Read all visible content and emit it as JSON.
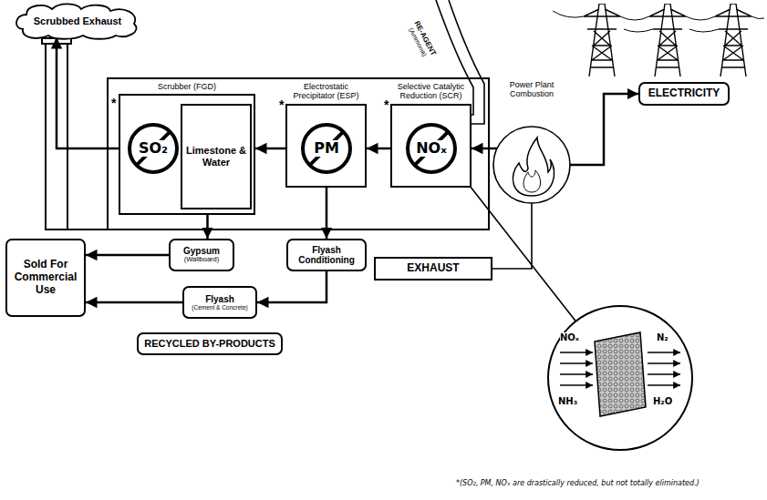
{
  "diagram": {
    "nodes": [
      {
        "text": [
          "Scrubbed Exhaust"
        ]
      },
      {
        "text": [
          "Scrubber (FGD)"
        ]
      },
      {
        "text": [
          "SO₂"
        ],
        "in": 1
      },
      {
        "text": [
          "Limestone & Water"
        ],
        "in": 1
      },
      {
        "text": [
          "Electrostatic Precipitator (ESP)"
        ]
      },
      {
        "text": [
          "PM"
        ],
        "in": 4
      },
      {
        "text": [
          "Selective Catalytic Reduction (SCR)"
        ]
      },
      {
        "text": [
          "NOₓ"
        ],
        "in": 6
      },
      {
        "text": [
          "Power Plant Combustion"
        ]
      },
      {
        "text": [
          "ELECTRICITY"
        ]
      },
      {
        "text": [
          "EXHAUST"
        ]
      },
      {
        "text": [
          "Gypsum",
          "(Wallboard)"
        ]
      },
      {
        "text": [
          "Flyash Conditioning"
        ]
      },
      {
        "text": [
          "Sold For Commercial Use"
        ]
      },
      {
        "text": [
          "Flyash",
          "(Cement & Concrete)"
        ]
      },
      {
        "text": [
          "RECYCLED BY-PRODUCTS"
        ]
      },
      {
        "text": [
          "NOₓ",
          "N₂",
          "NH₃",
          "H₂O"
        ]
      }
    ],
    "edges": [
      {
        "from": 8,
        "to": 6,
        "arrow": "to"
      },
      {
        "from": 6,
        "to": 4,
        "arrow": "to"
      },
      {
        "from": 4,
        "to": 1,
        "arrow": "to"
      },
      {
        "from": 1,
        "to": 0,
        "arrow": "to"
      },
      {
        "from": 8,
        "to": 9,
        "arrow": "to"
      },
      {
        "from": 3,
        "to": 11,
        "arrow": "to"
      },
      {
        "from": 4,
        "to": 12,
        "arrow": "to"
      },
      {
        "from": 11,
        "to": 13,
        "arrow": "to"
      },
      {
        "from": 12,
        "to": 14,
        "arrow": "to"
      },
      {
        "from": 14,
        "to": 13,
        "arrow": "to"
      },
      {
        "from": 8,
        "to": 10,
        "arrow": "none"
      },
      {
        "from": 6,
        "to": 16,
        "arrow": "none"
      }
    ],
    "labels": [
      "*",
      "*",
      "*",
      "RE-AGENT",
      "(Ammonia)",
      "*(SO₂, PM, NOₓ are drastically reduced, but not totally eliminated.)"
    ]
  }
}
